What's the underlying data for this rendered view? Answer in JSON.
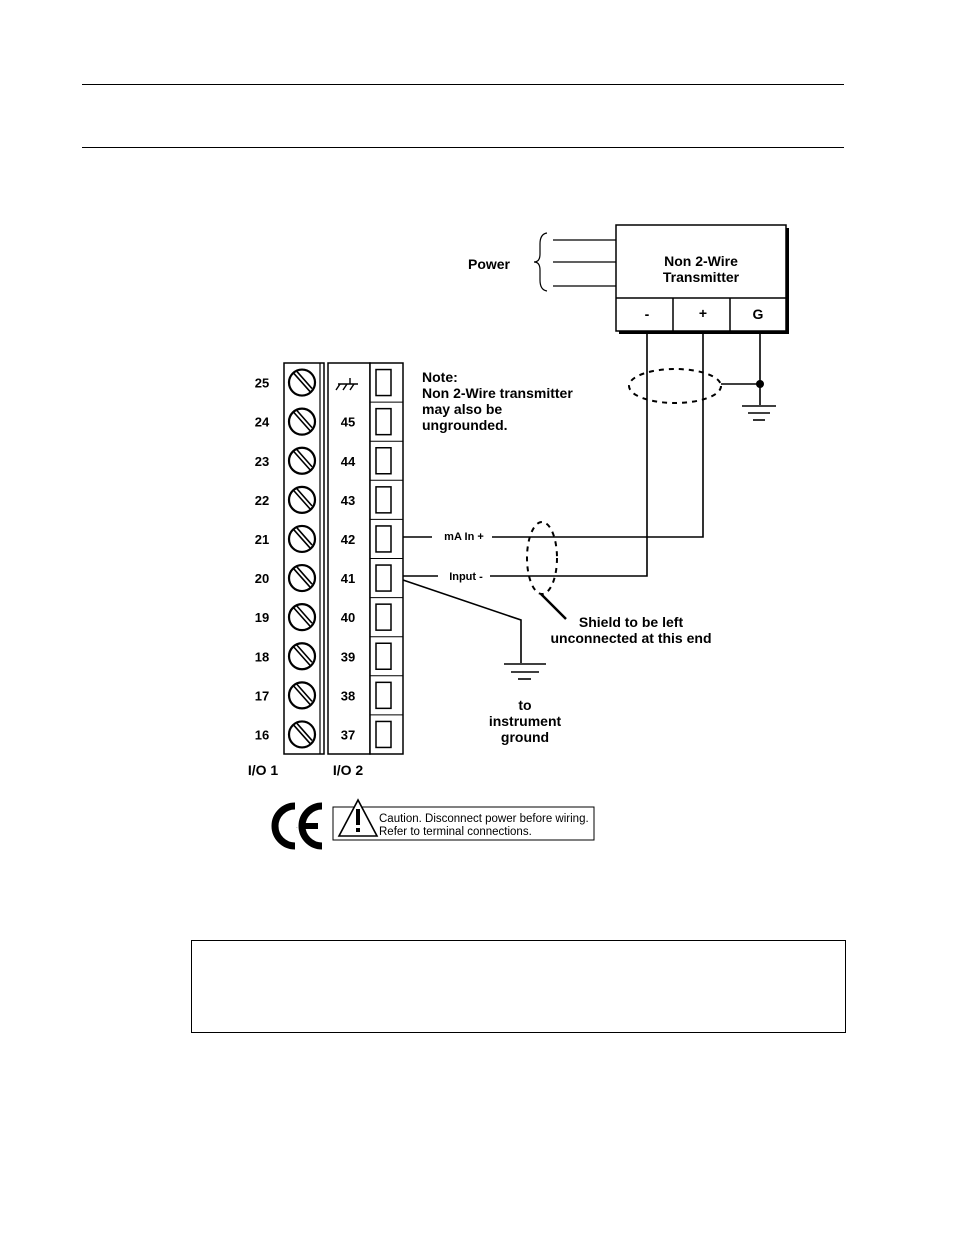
{
  "transmitter": {
    "title_line1": "Non 2-Wire",
    "title_line2": "Transmitter",
    "terminal_minus": "-",
    "terminal_plus": "+",
    "terminal_ground": "G"
  },
  "power_label": "Power",
  "note": {
    "line1": "Note:",
    "line2": "Non 2-Wire transmitter",
    "line3": "may also be",
    "line4": "ungrounded."
  },
  "terminal_block": {
    "io1_numbers": [
      "25",
      "24",
      "23",
      "22",
      "21",
      "20",
      "19",
      "18",
      "17",
      "16"
    ],
    "io2_numbers": [
      "",
      "45",
      "44",
      "43",
      "42",
      "41",
      "40",
      "39",
      "38",
      "37"
    ],
    "io1_label": "I/O 1",
    "io2_label": "I/O 2"
  },
  "wire_labels": {
    "ma_in": "mA In +",
    "input_minus": "Input -"
  },
  "shield_note": {
    "line1": "Shield to be left",
    "line2": "unconnected at this end"
  },
  "ground_note": {
    "line1": "to",
    "line2": "instrument",
    "line3": "ground"
  },
  "ce_mark": "CE",
  "caution": {
    "line1": "Caution. Disconnect power before wiring.",
    "line2": "Refer to terminal connections."
  }
}
